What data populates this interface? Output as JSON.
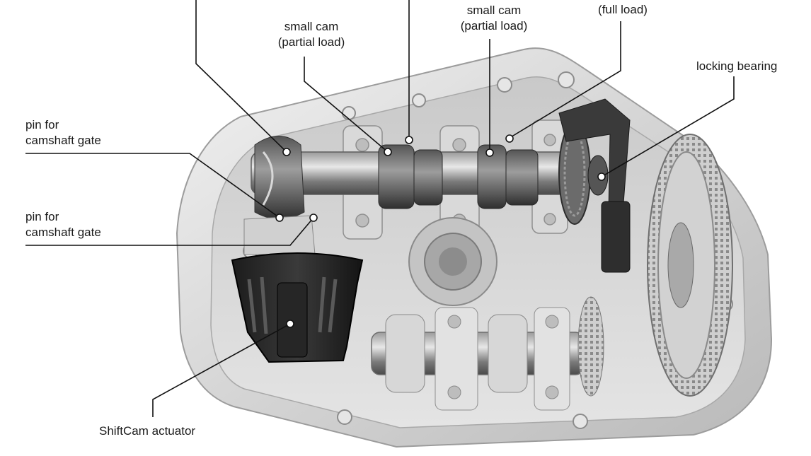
{
  "labels": {
    "small_cam_left": [
      "small cam",
      "(partial load)"
    ],
    "small_cam_right": [
      "small cam",
      "(partial load)"
    ],
    "full_load": "(full load)",
    "locking_bearing": "locking bearing",
    "pin_gate_1": [
      "pin for",
      "camshaft gate"
    ],
    "pin_gate_2": [
      "pin for",
      "camshaft gate"
    ],
    "actuator": "ShiftCam actuator"
  }
}
